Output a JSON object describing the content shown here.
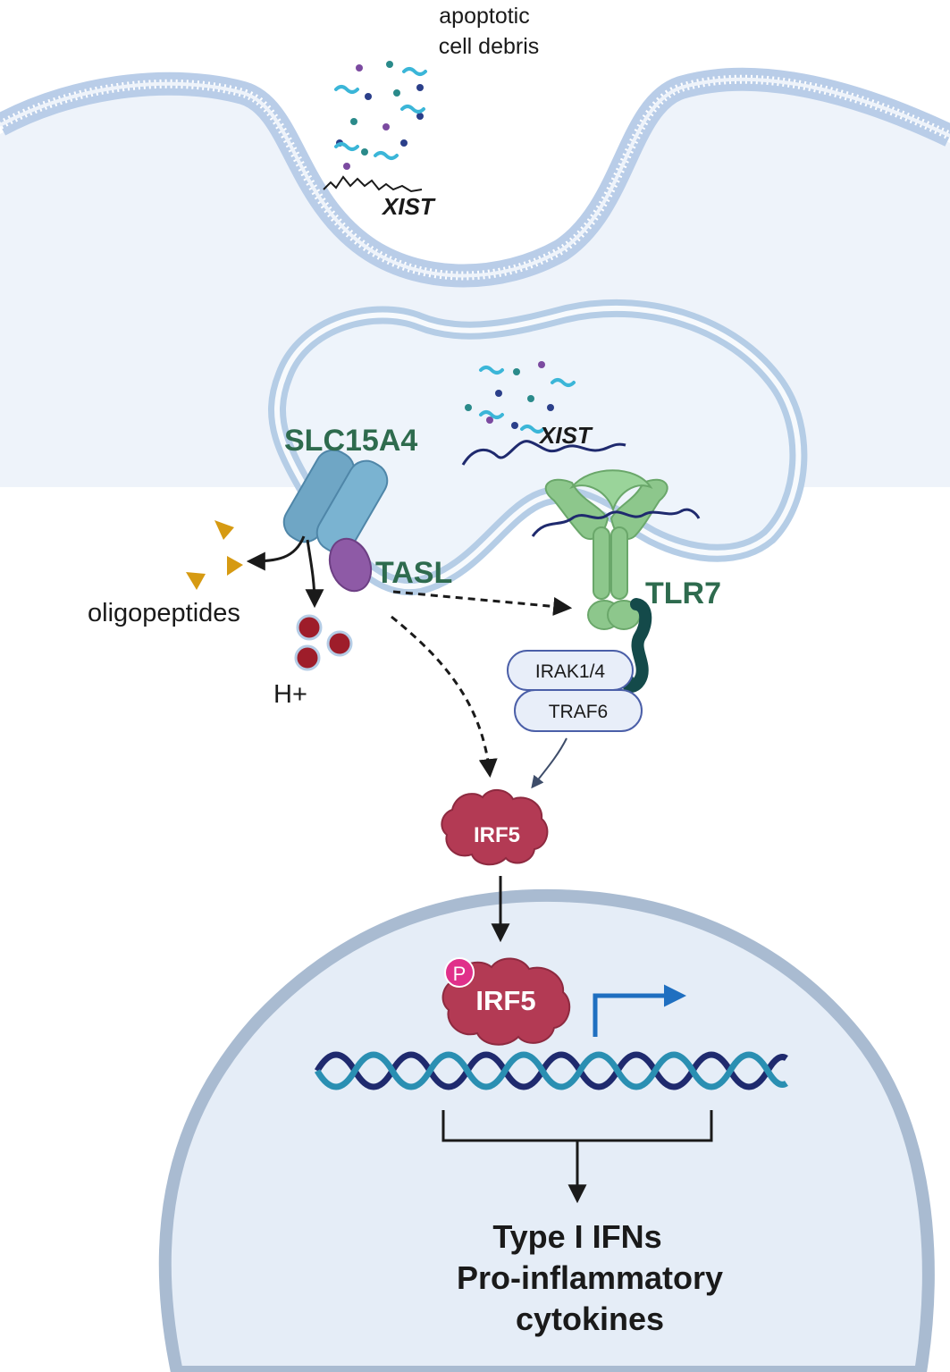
{
  "labels": {
    "debris_line1": "apoptotic",
    "debris_line2": "cell debris",
    "xist_top": "XIST",
    "xist_endosome": "XIST",
    "slc15a4": "SLC15A4",
    "tasl": "TASL",
    "tlr7": "TLR7",
    "oligopeptides": "oligopeptides",
    "proton": "H+",
    "irak": "IRAK1/4",
    "traf6": "TRAF6",
    "irf5_cytoplasm": "IRF5",
    "irf5_nucleus": "IRF5",
    "phospho": "P",
    "output_line1": "Type I IFNs",
    "output_line2": "Pro-inflammatory",
    "output_line3": "cytokines"
  },
  "colors": {
    "membrane": "#b9cde8",
    "membrane_dark": "#8fb0d8",
    "cytoplasm": "#edf2fa",
    "nucleus_fill": "#e5edf7",
    "nucleus_border": "#a9bbd1",
    "endosome_fill": "#eef4fb",
    "endosome_border": "#b5cde6",
    "slc15a4": "#6fa6c5",
    "tasl": "#8e5aa6",
    "tlr7": "#8dc78c",
    "irf5": "#b33a54",
    "phospho": "#e0308a",
    "label_green": "#2e6b4e",
    "promoter_arrow": "#1f6fc0",
    "dna_strand1": "#1f2a6e",
    "dna_strand2": "#2a8fb2",
    "peptide": "#d69a12",
    "proton": "#9e1d2a"
  }
}
